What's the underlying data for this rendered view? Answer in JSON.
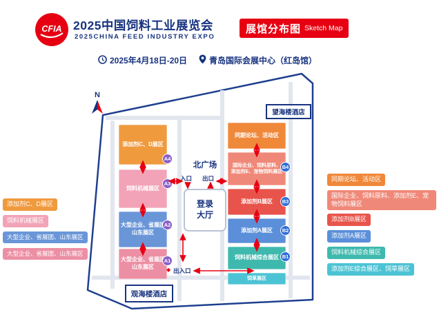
{
  "header": {
    "logo": "CFIA",
    "title_cn": "2025中国饲料工业展览会",
    "title_en": "2025CHINA FEED INDUSTRY EXPO",
    "badge_cn": "展馆分布图",
    "badge_en": "Sketch Map",
    "date": "2025年4月18日-20日",
    "venue": "青岛国际会展中心（红岛馆）"
  },
  "colors": {
    "brand_red": "#e60012",
    "navy": "#17337f",
    "badge_a": "#8a5fc8",
    "badge_b": "#2f6fd6"
  },
  "map": {
    "compass": "N",
    "north_plaza": "北广场",
    "entrance": "入口",
    "exit": "出口",
    "lobby": "登录大厅",
    "gate": "出入口",
    "hotel_north": "望海楼酒店",
    "hotel_south": "观海楼酒店",
    "halls_left": [
      {
        "badge": "A4",
        "label": "添加剂C、D展区",
        "color": "#f09a3e"
      },
      {
        "badge": "A3",
        "label": "饲料机械展区",
        "color": "#f2a3b8"
      },
      {
        "badge": "A2",
        "label": "大型企业、省展团\n山东展区",
        "color": "#6a96d8"
      },
      {
        "badge": "A1",
        "label": "大型企业、省展团\n山东展区",
        "color": "#ec8fa4"
      }
    ],
    "halls_right": [
      {
        "badge": "",
        "label": "同期论坛、活动区",
        "color": "#f0883a"
      },
      {
        "badge": "B4",
        "label": "国际企业、饲料原料、\n添加剂E、宠物饲料展区",
        "color": "#ef8878"
      },
      {
        "badge": "B3",
        "label": "添加剂B展区",
        "color": "#e8544b"
      },
      {
        "badge": "B2",
        "label": "添加剂A展区",
        "color": "#5b8fd9"
      },
      {
        "badge": "B1",
        "label": "饲料机械综合展区",
        "color": "#3fb9ae"
      },
      {
        "badge": "",
        "label": "饲草展区",
        "color": "#4cc3d4"
      }
    ]
  },
  "legend_left": [
    {
      "label": "添加剂C、D展区",
      "color": "#f09a3e"
    },
    {
      "label": "饲料机械展区",
      "color": "#f2a3b8"
    },
    {
      "label": "大型企业、省展团、山东展区",
      "color": "#6a96d8"
    },
    {
      "label": "大型企业、省展团、山东展区",
      "color": "#ec8fa4"
    }
  ],
  "legend_right": [
    {
      "label": "同期论坛、活动区",
      "color": "#f0883a"
    },
    {
      "label": "国际企业、饲料原料、添加剂E、宠物饲料展区",
      "color": "#ef8878"
    },
    {
      "label": "添加剂B展区",
      "color": "#e8544b"
    },
    {
      "label": "添加剂A展区",
      "color": "#5b8fd9"
    },
    {
      "label": "饲料机械综合展区",
      "color": "#3fb9ae"
    },
    {
      "label": "添加剂E综合展区、饲草展区",
      "color": "#4cc3d4"
    }
  ]
}
